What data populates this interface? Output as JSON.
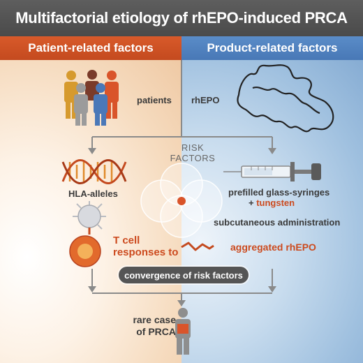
{
  "title": "Multifactorial etiology of rhEPO-induced PRCA",
  "columns": {
    "left_header": "Patient-related factors",
    "right_header": "Product-related factors"
  },
  "labels": {
    "patients": "patients",
    "rhepo": "rhEPO",
    "risk_line1": "RISK",
    "risk_line2": "FACTORS",
    "hla": "HLA-alleles",
    "syringes": "prefilled glass-syringes",
    "plus": "+",
    "tungsten": "tungsten",
    "subcutaneous": "subcutaneous administration",
    "tcell_line1": "T cell",
    "tcell_line2": "responses to",
    "aggregated": "aggregated rhEPO",
    "convergence": "convergence of risk factors",
    "rare_line1": "rare case",
    "rare_line2": "of PRCA"
  },
  "colors": {
    "patient_orange": "#cc4a1e",
    "product_blue": "#4878b6",
    "title_gray": "#555555"
  }
}
